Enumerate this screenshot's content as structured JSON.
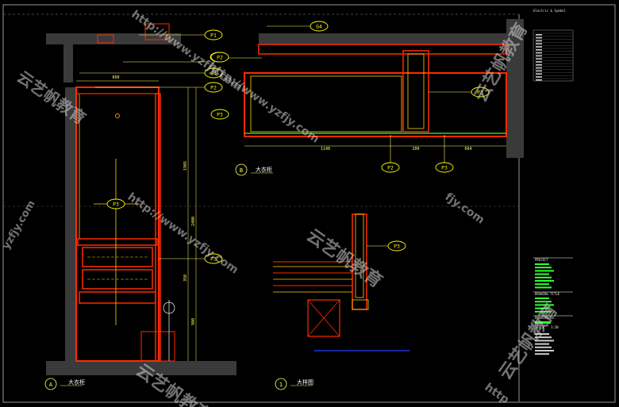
{
  "drawing": {
    "background": "#000000",
    "colors": {
      "outline": "#ff2a00",
      "inner": "#ffd000",
      "dim": "#ffff66",
      "wall": "#3a3a3a",
      "tag": "#ffff00",
      "tb_green": "#33ff33",
      "tb_white": "#e0e0e0",
      "floor_line": "#2b3cff"
    },
    "tags": [
      "P1",
      "P2",
      "G4",
      "P2",
      "P3",
      "P3",
      "P3",
      "P2",
      "P3",
      "G4",
      "P2",
      "P3",
      "P3"
    ],
    "views": [
      {
        "mark": "A",
        "title": "大衣柜"
      },
      {
        "mark": "B",
        "title": "大衣柜"
      },
      {
        "mark": "1",
        "title": "大样图"
      }
    ],
    "dimensions": {
      "top_width": "600",
      "top_right": "1148",
      "mid_right": "200",
      "far_right": "664",
      "left_height_1": "1905",
      "left_height_2": "2400",
      "inner_1": "350",
      "inner_2": "900"
    },
    "title_block": {
      "header": "Electric & Symbol",
      "project_label": "PROJECT",
      "drawing_title_label": "DRAWING TITLE",
      "drawing_no_label": "DRAWING No.",
      "scale_label": "SCALE",
      "scale_value": "1:20"
    }
  },
  "watermarks": [
    "http://www.yzfjy.com",
    "云艺帆教育",
    "yzfjy.com",
    "云艺帆教育",
    "http://www.yzfjy.com",
    "云艺帆教育",
    "fjy.com",
    "云艺帆教育",
    "http://www.yzfjy.com",
    "云艺帆教育",
    ".com",
    "云艺帆教育",
    "http"
  ]
}
